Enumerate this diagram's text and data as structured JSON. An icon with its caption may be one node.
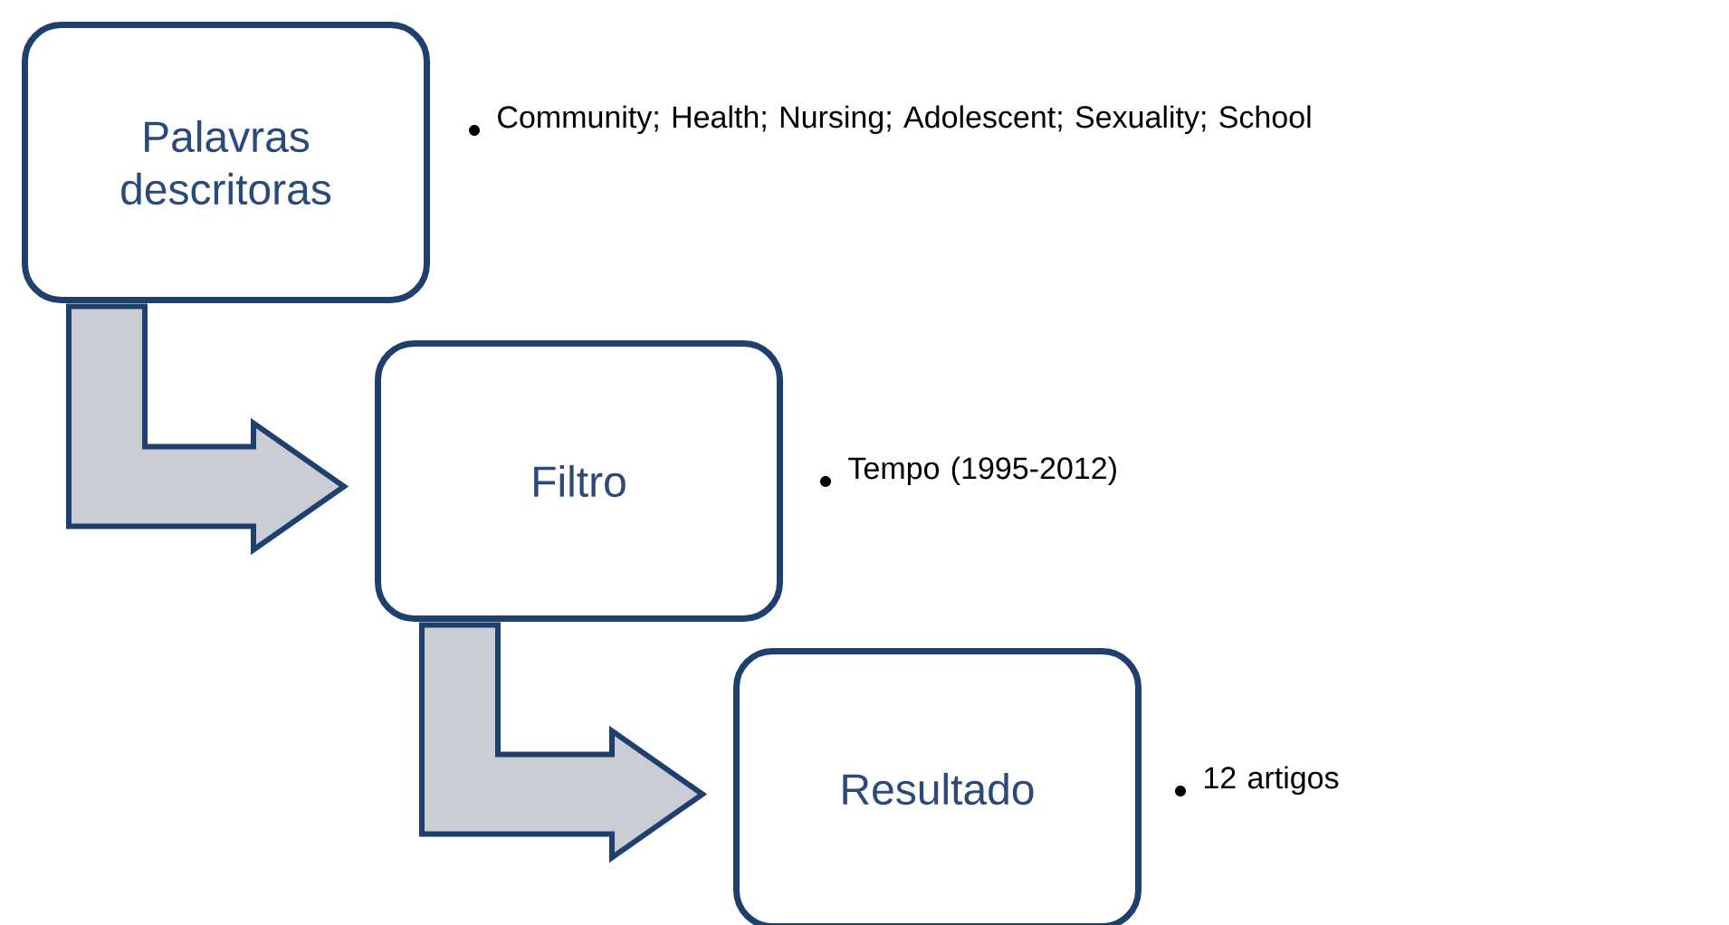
{
  "diagram": {
    "nodes": [
      {
        "text": [
          "Palavras descritoras"
        ],
        "beside": [
          "Community; Health; Nursing; Adolescent; Sexuality; School"
        ]
      },
      {
        "text": [
          "Filtro"
        ],
        "beside": [
          "Tempo (1995-2012)"
        ]
      },
      {
        "text": [
          "Resultado"
        ],
        "beside": [
          "12 artigos"
        ]
      }
    ],
    "edges": [
      {
        "from": 0,
        "to": 1,
        "arrow": "to"
      },
      {
        "from": 1,
        "to": 2,
        "arrow": "to"
      }
    ]
  }
}
